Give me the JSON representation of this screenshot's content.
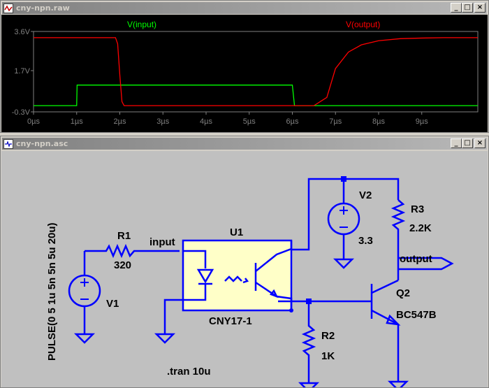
{
  "waveform_window": {
    "title": "cny-npn.raw",
    "buttons": {
      "minimize": "_",
      "maximize": "□",
      "close": "×"
    },
    "chart_data": {
      "type": "line",
      "title": "",
      "xlabel": "",
      "ylabel": "",
      "xlim": [
        0,
        10.3
      ],
      "ylim": [
        -0.3,
        3.6
      ],
      "x_ticks": [
        "0µs",
        "1µs",
        "2µs",
        "3µs",
        "4µs",
        "5µs",
        "6µs",
        "7µs",
        "8µs",
        "9µs"
      ],
      "y_ticks": [
        "3.6V",
        "1.7V",
        "-0.3V"
      ],
      "background": "#000000",
      "series": [
        {
          "name": "V(input)",
          "color": "#00ff00",
          "x": [
            0,
            1.0,
            1.01,
            6.0,
            6.05,
            10.3
          ],
          "y": [
            0,
            0,
            1.0,
            1.0,
            0,
            0
          ]
        },
        {
          "name": "V(output)",
          "color": "#ff0000",
          "x": [
            0,
            1.9,
            1.95,
            2.0,
            2.05,
            2.1,
            6.0,
            6.5,
            6.8,
            7.0,
            7.3,
            7.6,
            8.0,
            8.5,
            9.0,
            9.5,
            10.3
          ],
          "y": [
            3.3,
            3.3,
            3.0,
            1.5,
            0.2,
            0.0,
            0.0,
            0.0,
            0.4,
            1.8,
            2.6,
            2.95,
            3.15,
            3.25,
            3.28,
            3.3,
            3.3
          ]
        }
      ]
    }
  },
  "schematic_window": {
    "title": "cny-npn.asc",
    "buttons": {
      "minimize": "_",
      "maximize": "□",
      "close": "×"
    },
    "labels": {
      "r1_name": "R1",
      "r1_value": "320",
      "r2_name": "R2",
      "r2_value": "1K",
      "r3_name": "R3",
      "r3_value": "2.2K",
      "v1_name": "V1",
      "v2_name": "V2",
      "v2_value": "3.3",
      "u1_name": "U1",
      "u1_value": "CNY17-1",
      "q2_name": "Q2",
      "q2_value": "BC547B",
      "net_input": "input",
      "net_output": "output",
      "pulse": "PULSE(0 5 1u 5n 5n 5u 20u)",
      "directive": ".tran 10u"
    },
    "colors": {
      "wire": "#0000ff",
      "text": "#000000",
      "background": "#c0c0c0",
      "ic_fill": "#ffffc8"
    }
  }
}
